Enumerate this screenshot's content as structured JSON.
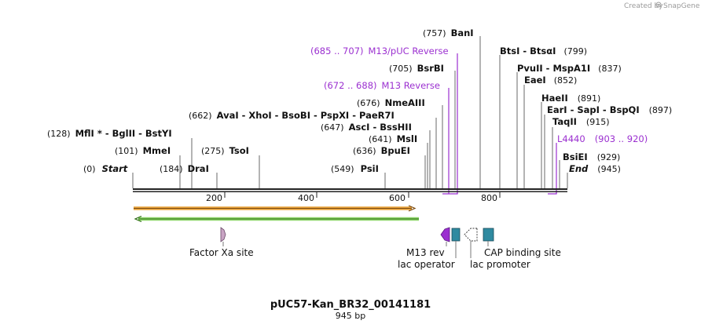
{
  "credit": {
    "text": "Created by",
    "brand": "SnapGene"
  },
  "map": {
    "title": "pUC57-Kan_BR32_00141181",
    "subtitle": "945 bp",
    "ticks": [
      "200",
      "400",
      "600",
      "800"
    ]
  },
  "sites": [
    {
      "pos": "(757)",
      "name": "BanI"
    },
    {
      "range": "(685 .. 707)",
      "primer": "M13/pUC Reverse"
    },
    {
      "name": "BtsI",
      "sep": " - ",
      "name2": "BtsαI",
      "pos": "(799)"
    },
    {
      "pos": "(705)",
      "name": "BsrBI"
    },
    {
      "name": "PvuII",
      "sep": " - ",
      "name2": "MspA1I",
      "pos": "(837)"
    },
    {
      "name": "EaeI",
      "pos": "(852)"
    },
    {
      "range": "(672 .. 688)",
      "primer": "M13 Reverse"
    },
    {
      "name": "HaeII",
      "pos": "(891)"
    },
    {
      "pos": "(676)",
      "name": "NmeAIII"
    },
    {
      "name": "EarI",
      "sep": " - ",
      "name2": "SapI",
      "sep2": " - ",
      "name3": "BspQI",
      "pos": "(897)"
    },
    {
      "pos": "(662)",
      "name": "AvaI",
      "sep": " - ",
      "name2": "XhoI",
      "sep2": " - ",
      "name3": "BsoBI",
      "sep3": " - ",
      "name4": "PspXI",
      "sep4": " - ",
      "name5": "PaeR7I"
    },
    {
      "name": "TaqII",
      "pos": "(915)"
    },
    {
      "pos": "(647)",
      "name": "AscI",
      "sep": " - ",
      "name2": "BssHII"
    },
    {
      "pos": "(128)",
      "name": "MflI *",
      "sep": " - ",
      "name2": "BglII",
      "sep2": " - ",
      "name3": "BstYI"
    },
    {
      "pos": "(641)",
      "name": "MslI"
    },
    {
      "name": "L4440",
      "range": "(903 .. 920)"
    },
    {
      "pos": "(101)",
      "name": "MmeI"
    },
    {
      "pos": "(275)",
      "name": "TsoI"
    },
    {
      "pos": "(636)",
      "name": "BpuEI"
    },
    {
      "name": "BsiEI",
      "pos": "(929)"
    },
    {
      "pos": "(0)",
      "name": "Start"
    },
    {
      "pos": "(184)",
      "name": "DraI"
    },
    {
      "pos": "(549)",
      "name": "PsiI"
    },
    {
      "name": "End",
      "pos": "(945)"
    }
  ],
  "features": [
    {
      "name": "Factor Xa site"
    },
    {
      "name": "M13 rev"
    },
    {
      "name": "lac operator"
    },
    {
      "name": "lac promoter"
    },
    {
      "name": "CAP binding site"
    }
  ],
  "colors": {
    "purple": "#9b30d0",
    "orange_arrow": "#e8a23a",
    "green_arrow": "#8fd66a",
    "teal_box": "#2f8aa0",
    "factor_xa": "#c9a4c4"
  }
}
